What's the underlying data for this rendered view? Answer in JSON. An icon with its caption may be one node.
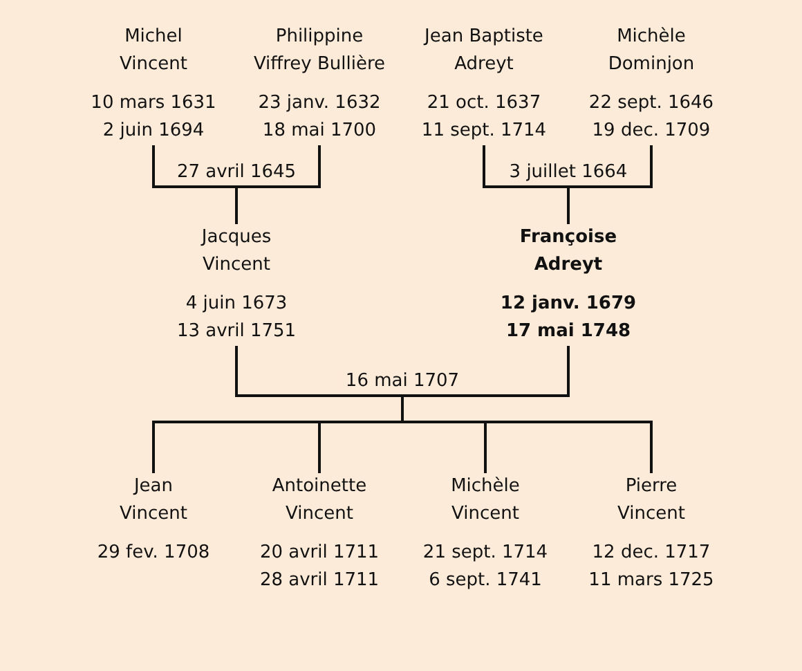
{
  "diagram": {
    "nodes": [
      {
        "text": [
          "Michel Vincent",
          "10 mars 1631",
          "2 juin 1694"
        ]
      },
      {
        "text": [
          "Philippine Viffrey Bullière",
          "23 janv. 1632",
          "18 mai 1700"
        ]
      },
      {
        "text": [
          "Jean Baptiste Adreyt",
          "21 oct. 1637",
          "11 sept. 1714"
        ]
      },
      {
        "text": [
          "Michèle Dominjon",
          "22 sept. 1646",
          "19 dec. 1709"
        ]
      },
      {
        "text": [
          "Jacques Vincent",
          "4 juin 1673",
          "13 avril 1751"
        ]
      },
      {
        "text": [
          "Françoise Adreyt",
          "12 janv. 1679",
          "17 mai 1748"
        ]
      },
      {
        "text": [
          "Jean Vincent",
          "29 fev. 1708"
        ]
      },
      {
        "text": [
          "Antoinette Vincent",
          "20 avril 1711",
          "28 avril 1711"
        ]
      },
      {
        "text": [
          "Michèle Vincent",
          "21 sept. 1714",
          "6 sept. 1741"
        ]
      },
      {
        "text": [
          "Pierre Vincent",
          "12 dec. 1717",
          "11 mars 1725"
        ]
      }
    ],
    "edges": [
      {
        "from": 0,
        "to": 4,
        "arrow": "none",
        "label": "27 avril 1645"
      },
      {
        "from": 1,
        "to": 4,
        "arrow": "none"
      },
      {
        "from": 2,
        "to": 5,
        "arrow": "none",
        "label": "3 juillet 1664"
      },
      {
        "from": 3,
        "to": 5,
        "arrow": "none"
      },
      {
        "from": 4,
        "to": 6,
        "arrow": "none",
        "label": "16 mai 1707"
      },
      {
        "from": 4,
        "to": 7,
        "arrow": "none"
      },
      {
        "from": 4,
        "to": 8,
        "arrow": "none"
      },
      {
        "from": 4,
        "to": 9,
        "arrow": "none"
      },
      {
        "from": 5,
        "to": 6,
        "arrow": "none"
      },
      {
        "from": 5,
        "to": 7,
        "arrow": "none"
      },
      {
        "from": 5,
        "to": 8,
        "arrow": "none"
      },
      {
        "from": 5,
        "to": 9,
        "arrow": "none"
      }
    ]
  }
}
